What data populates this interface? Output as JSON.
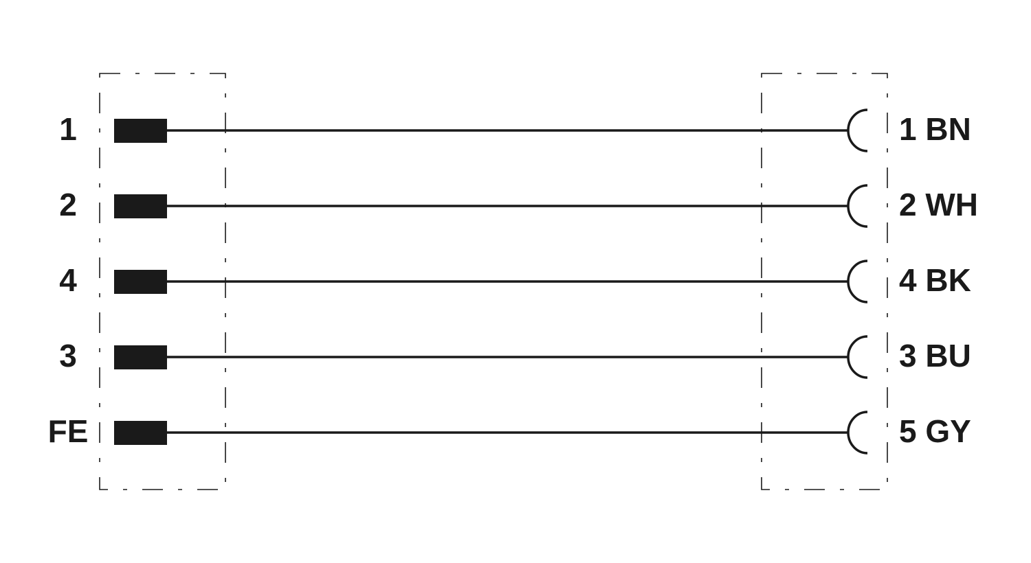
{
  "diagram": {
    "left_connector": {
      "pins": [
        "1",
        "2",
        "4",
        "3",
        "FE"
      ]
    },
    "right_connector": {
      "pins": [
        "1 BN",
        "2 WH",
        "4 BK",
        "3 BU",
        "5 GY"
      ]
    },
    "colors": {
      "line": "#1a1a1a",
      "background": "#ffffff"
    }
  }
}
